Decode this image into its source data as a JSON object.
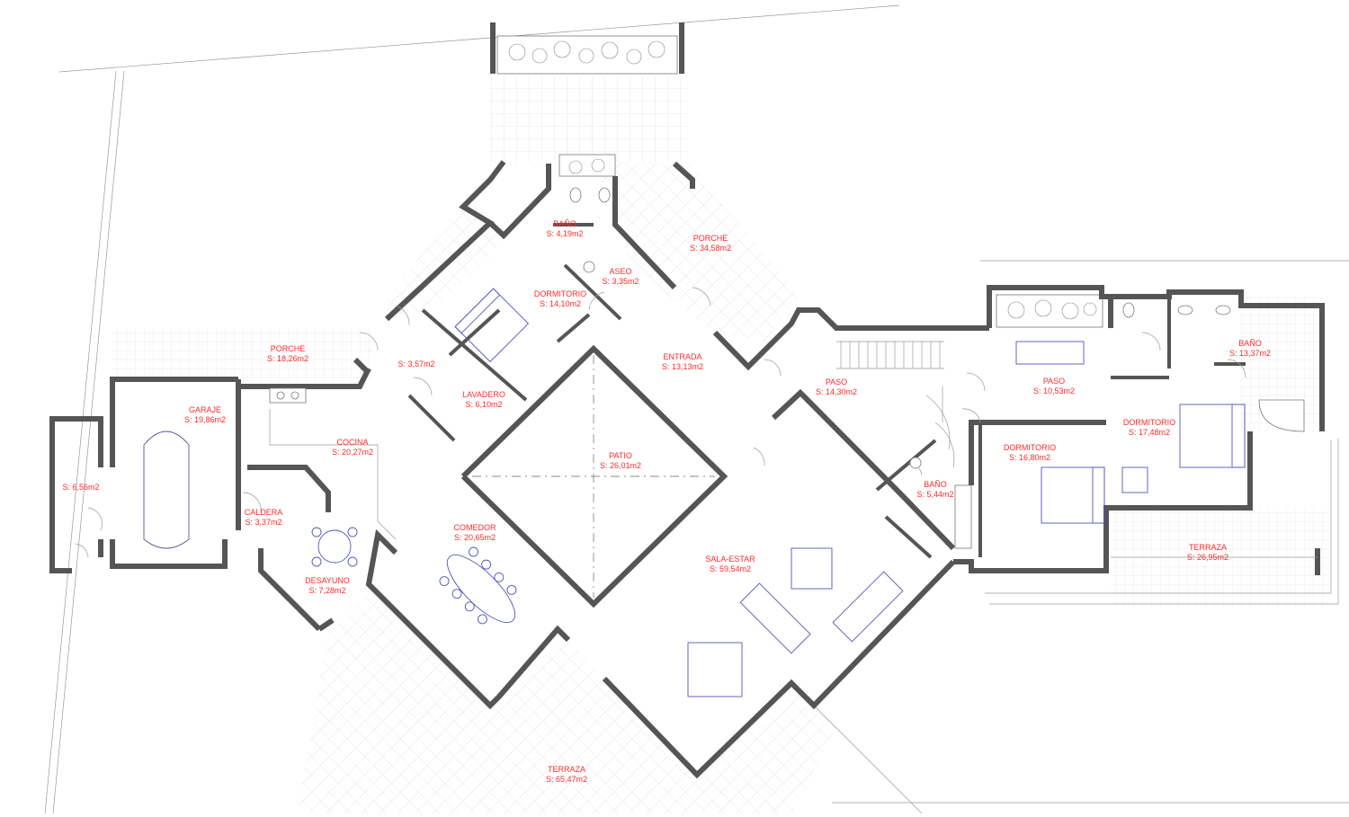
{
  "colors": {
    "label": "#ff2a2a",
    "wall": "#5a5a5a",
    "furniture": "#5555bb",
    "paving": "#d4d4d4"
  },
  "rooms": [
    {
      "id": "bano-1",
      "name": "BAÑO",
      "area": "S: 4,19m2"
    },
    {
      "id": "porche-1",
      "name": "PORCHE",
      "area": "S: 34,58m2"
    },
    {
      "id": "aseo",
      "name": "ASEO",
      "area": "S: 3,35m2"
    },
    {
      "id": "dormitorio-1",
      "name": "DORMITORIO",
      "area": "S: 14,10m2"
    },
    {
      "id": "porche-2",
      "name": "PORCHE",
      "area": "S: 18,26m2"
    },
    {
      "id": "entrada",
      "name": "ENTRADA",
      "area": "S: 13,13m2"
    },
    {
      "id": "hall-small",
      "name": "",
      "area": "S: 3,57m2"
    },
    {
      "id": "lavadero",
      "name": "LAVADERO",
      "area": "S: 6,10m2"
    },
    {
      "id": "paso-1",
      "name": "PASO",
      "area": "S: 14,30m2"
    },
    {
      "id": "paso-2",
      "name": "PASO",
      "area": "S: 10,53m2"
    },
    {
      "id": "bano-2",
      "name": "BAÑO",
      "area": "S: 13,37m2"
    },
    {
      "id": "garaje",
      "name": "GARAJE",
      "area": "S: 19,86m2"
    },
    {
      "id": "cocina",
      "name": "COCINA",
      "area": "S: 20,27m2"
    },
    {
      "id": "dormitorio-3",
      "name": "DORMITORIO",
      "area": "S: 17,48m2"
    },
    {
      "id": "dormitorio-2",
      "name": "DORMITORIO",
      "area": "S: 16,80m2"
    },
    {
      "id": "patio",
      "name": "PATIO",
      "area": "S: 26,01m2"
    },
    {
      "id": "storage",
      "name": "",
      "area": "S: 6,56m2"
    },
    {
      "id": "bano-3",
      "name": "BAÑO",
      "area": "S: 5,44m2"
    },
    {
      "id": "caldera",
      "name": "CALDERA",
      "area": "S: 3,37m2"
    },
    {
      "id": "comedor",
      "name": "COMEDOR",
      "area": "S: 20,65m2"
    },
    {
      "id": "terraza-1",
      "name": "TERRAZA",
      "area": "S: 26,95m2"
    },
    {
      "id": "sala-estar",
      "name": "SALA-ESTAR",
      "area": "S: 59,54m2"
    },
    {
      "id": "desayuno",
      "name": "DESAYUNO",
      "area": "S: 7,28m2"
    },
    {
      "id": "terraza-2",
      "name": "TERRAZA",
      "area": "S: 65,47m2"
    }
  ]
}
